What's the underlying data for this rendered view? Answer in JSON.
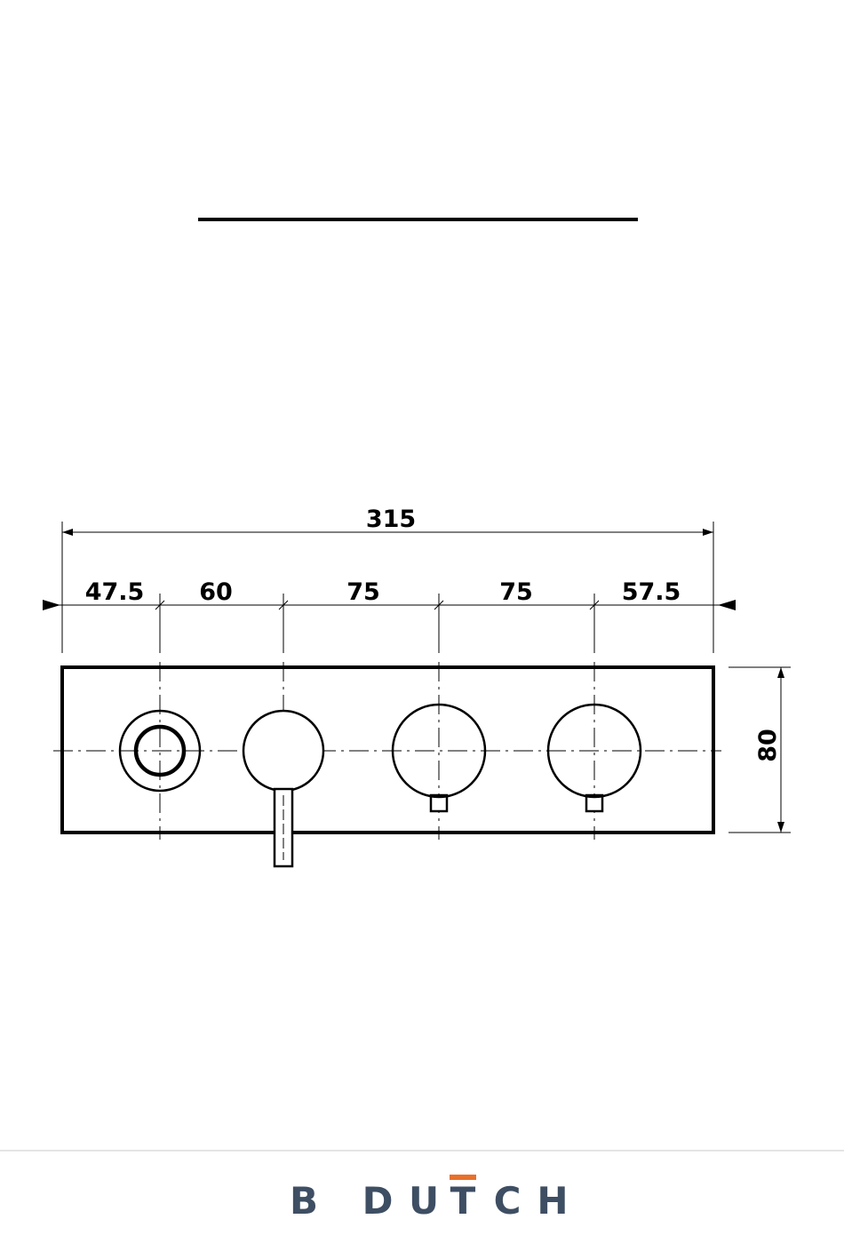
{
  "dimensions": {
    "overall_width": "315",
    "segments": [
      "47.5",
      "60",
      "75",
      "75",
      "57.5"
    ],
    "height": "80"
  },
  "logo": {
    "letters": [
      "B",
      "D",
      "U",
      "T",
      "C",
      "H"
    ],
    "color": "#3e4e63",
    "accent_color": "#e8702a"
  },
  "colors": {
    "line": "#000000",
    "footer_rule": "#c8c8c8"
  }
}
